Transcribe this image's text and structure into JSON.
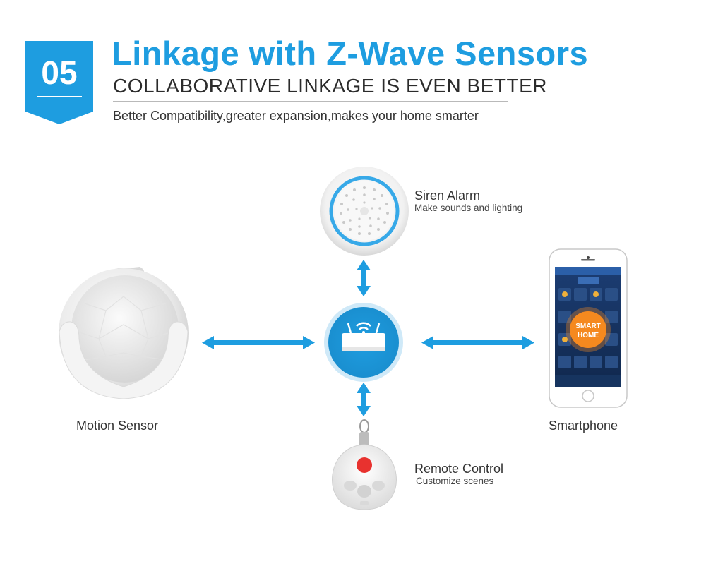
{
  "header": {
    "badge_number": "05",
    "title": "Linkage with Z-Wave Sensors",
    "subtitle": "COLLABORATIVE LINKAGE IS EVEN BETTER",
    "tagline": "Better Compatibility,greater expansion,makes your home smarter"
  },
  "devices": {
    "siren": {
      "label": "Siren Alarm",
      "description": "Make sounds and lighting"
    },
    "motion": {
      "label": "Motion Sensor"
    },
    "smartphone": {
      "label": "Smartphone",
      "screen_badge_line1": "SMART",
      "screen_badge_line2": "HOME"
    },
    "remote": {
      "label": "Remote Control",
      "description": "Customize scenes"
    }
  },
  "colors": {
    "accent_blue": "#1e9de0",
    "arrow_blue": "#1e9de0",
    "smart_home_orange": "#f5891f",
    "remote_red": "#e8322f"
  }
}
